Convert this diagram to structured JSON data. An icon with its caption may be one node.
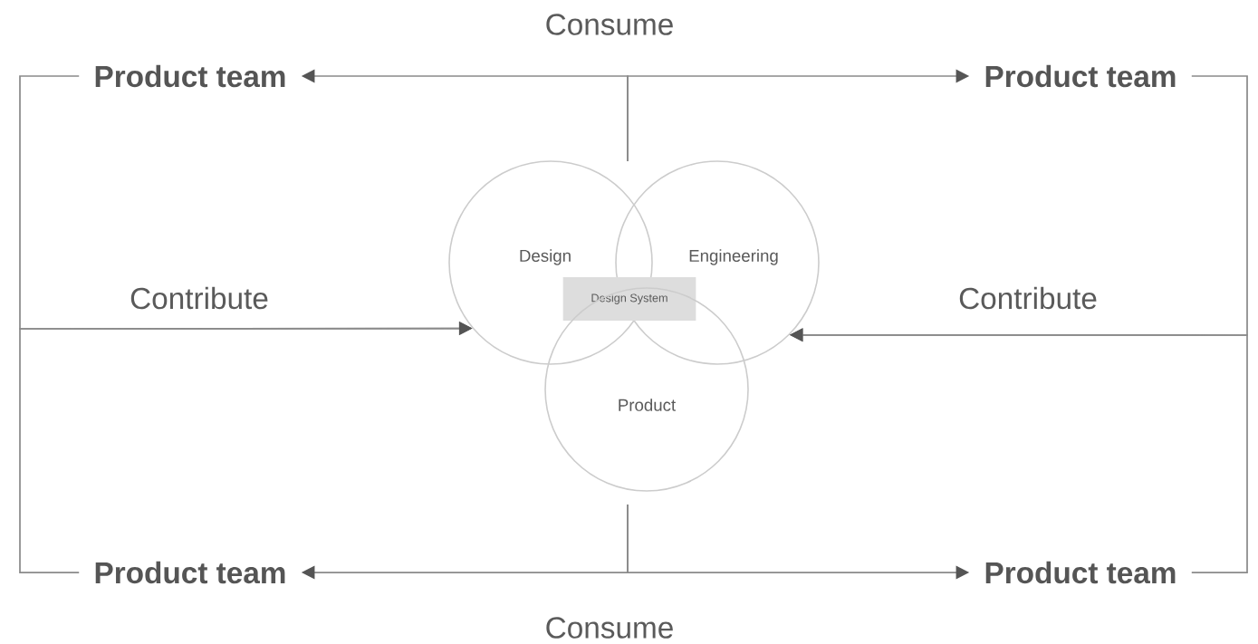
{
  "diagram": {
    "nodes": [
      {
        "text": [
          "Product team"
        ]
      },
      {
        "text": [
          "Product team"
        ]
      },
      {
        "text": [
          "Design"
        ]
      },
      {
        "text": [
          "Engineering"
        ]
      },
      {
        "text": [
          "Design System"
        ]
      },
      {
        "text": [
          "Product"
        ]
      },
      {
        "text": [
          "Product team"
        ]
      },
      {
        "text": [
          "Product team"
        ]
      }
    ],
    "edges": [
      {
        "from": null,
        "to": 0,
        "arrow": "to"
      },
      {
        "from": null,
        "to": 1,
        "arrow": "to"
      },
      {
        "from": 0,
        "to": 2,
        "arrow": "to"
      },
      {
        "from": 6,
        "to": 2,
        "arrow": "to"
      },
      {
        "from": 1,
        "to": 3,
        "arrow": "to"
      },
      {
        "from": 7,
        "to": 3,
        "arrow": "to"
      },
      {
        "from": null,
        "to": 6,
        "arrow": "to"
      },
      {
        "from": null,
        "to": 7,
        "arrow": "to"
      }
    ],
    "labels": [
      "Consume",
      "Contribute",
      "Contribute",
      "Consume"
    ]
  }
}
